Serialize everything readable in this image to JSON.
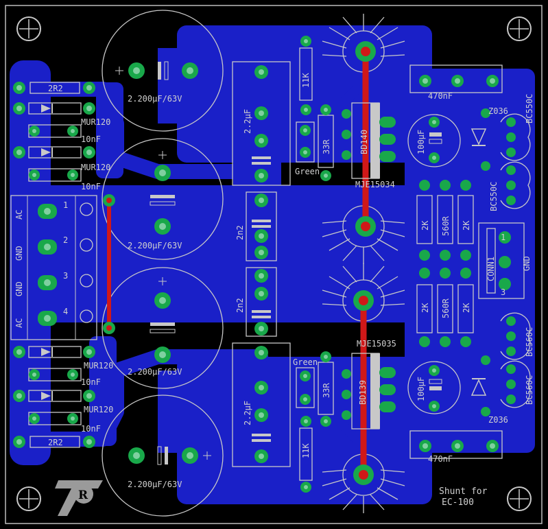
{
  "board": {
    "title_line1": "Shunt for",
    "title_line2": "EC-100",
    "colors": {
      "copper": "#1a20c8",
      "pad": "#19a84a",
      "silk": "#c8c8c8",
      "jumper": "#d01818",
      "background": "#000000"
    }
  },
  "caps": {
    "big_tl": "2.200µF/63V",
    "big_ml1": "2.200µF/63V",
    "big_ml2": "2.200µF/63V",
    "big_bl": "2.200µF/63V"
  },
  "labels": {
    "r2r2_top": "2R2",
    "r2r2_bot": "2R2",
    "mur1": "MUR120",
    "mur2": "MUR120",
    "mur3": "MUR120",
    "mur4": "MUR120",
    "c10n1": "10nF",
    "c10n2": "10nF",
    "c10n3": "10nF",
    "c10n4": "10nF",
    "c22_top": "2.2µF",
    "c22_bot": "2.2µF",
    "n2_top": "2n2",
    "n2_bot": "2n2",
    "r11k_top": "11K",
    "r11k_bot": "11K",
    "r33_top": "33R",
    "r33_bot": "33R",
    "green_top": "Green",
    "green_bot": "Green",
    "bd_top": "BD140",
    "bd_bot": "BD139",
    "mje_top": "MJE15034",
    "mje_bot": "MJE15035",
    "c470_top": "470nF",
    "c470_bot": "470nF",
    "c100_top": "100µF",
    "c100_bot": "100µF",
    "z_top": "Z036",
    "z_bot": "Z036",
    "bc550_1": "BC550C",
    "bc550_2": "BC550C",
    "bc560_1": "BC560C",
    "bc560_2": "BC560C",
    "r2k_1": "2K",
    "r560_1": "560R",
    "r2k_2": "2K",
    "r2k_3": "2K",
    "r560_2": "560R",
    "r2k_4": "2K",
    "conn": "CONN1",
    "conn_1": "1",
    "conn_gnd": "GND",
    "conn_3": "3",
    "ac_top": "AC",
    "gnd1": "GND",
    "gnd2": "GND",
    "ac_bot": "AC",
    "term1": "1",
    "term2": "2",
    "term3": "3",
    "term4": "4"
  }
}
